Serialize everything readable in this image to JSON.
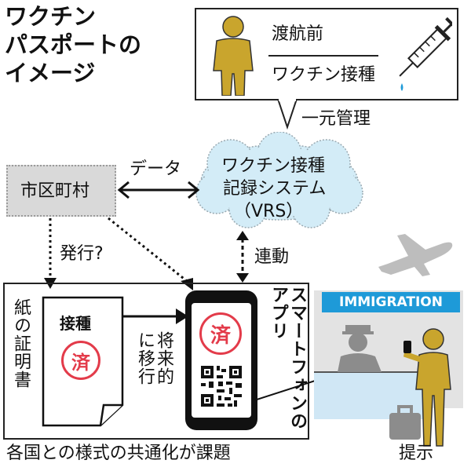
{
  "title": {
    "line1": "ワクチン",
    "line2": "パスポートの",
    "line3": "イメージ"
  },
  "predeparture": {
    "label": "渡航前",
    "vaccination": "ワクチン接種"
  },
  "unified_management": "一元管理",
  "vrs": {
    "line1": "ワクチン接種",
    "line2": "記録システム",
    "line3": "（VRS）"
  },
  "municipality": "市区町村",
  "data_label": "データ",
  "issue_label": "発行?",
  "link_label": "連動",
  "paper": {
    "label": "紙の証明書",
    "doc_title": "接種",
    "stamp": "済"
  },
  "transition_label": "将来的に移行",
  "phone": {
    "stamp": "済",
    "app_label": "スマートフォンのアプリ"
  },
  "immigration": {
    "sign": "IMMIGRATION",
    "present_label": "提示"
  },
  "issue_footer": "各国との様式の共通化が課題",
  "colors": {
    "figure_mustard": "#c9a52d",
    "cloud_blue": "#d3ecf7",
    "stamp_red": "#e33b4a",
    "immigration_blue": "#1e9ad8",
    "gray_box": "#d9d9d9",
    "gray_figure": "#8c8c8c"
  }
}
